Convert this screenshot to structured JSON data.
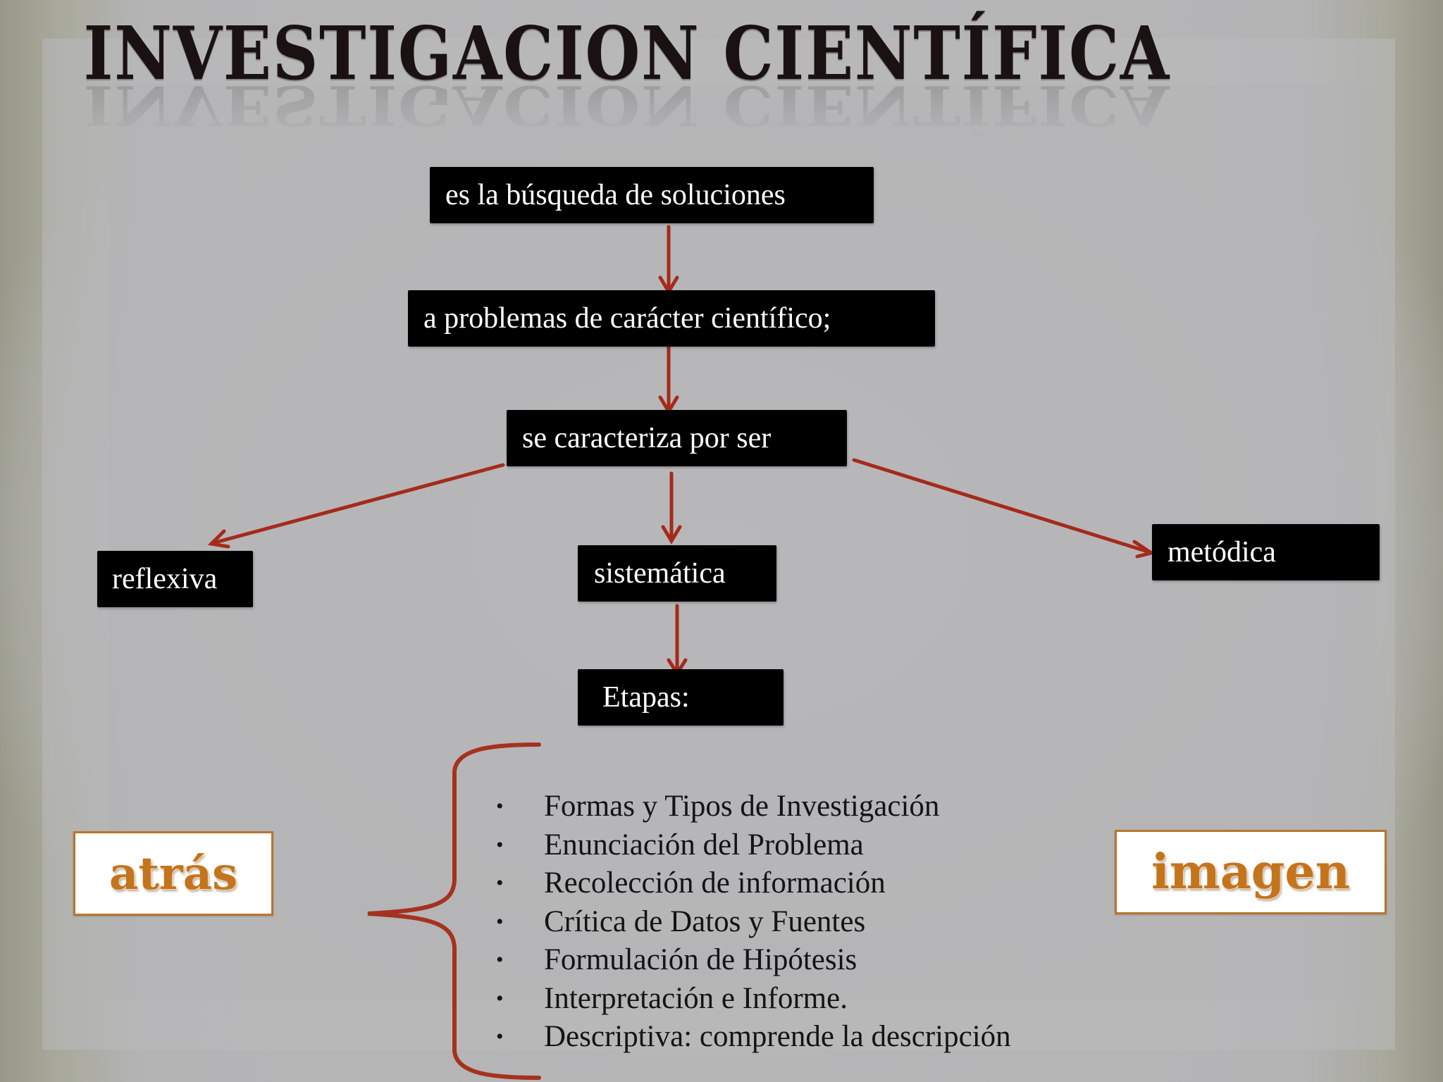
{
  "title": "INVESTIGACION CIENTÍFICA",
  "diagram": {
    "nodes": {
      "definition": "es la búsqueda de soluciones",
      "problems": "a problemas de carácter científico;",
      "characterized": "se caracteriza por ser",
      "reflexiva": "reflexiva",
      "sistematica": "sistemática",
      "metodica": "metódica",
      "etapas": "Etapas:"
    },
    "etapas_items": [
      "Formas y Tipos de Investigación",
      "Enunciación del Problema",
      "Recolección de información",
      "Crítica de Datos y Fuentes",
      "Formulación de Hipótesis",
      "Interpretación e Informe.",
      "Descriptiva: comprende la descripción"
    ],
    "bullet": "•",
    "colors": {
      "node_bg": "#000000",
      "node_text": "#ffffff",
      "arrow": "#a52a1a",
      "brace": "#a5321e",
      "button_border": "#b8752d",
      "button_text": "#c4741c"
    }
  },
  "nav": {
    "back_label": "atrás",
    "image_label": "imagen"
  }
}
